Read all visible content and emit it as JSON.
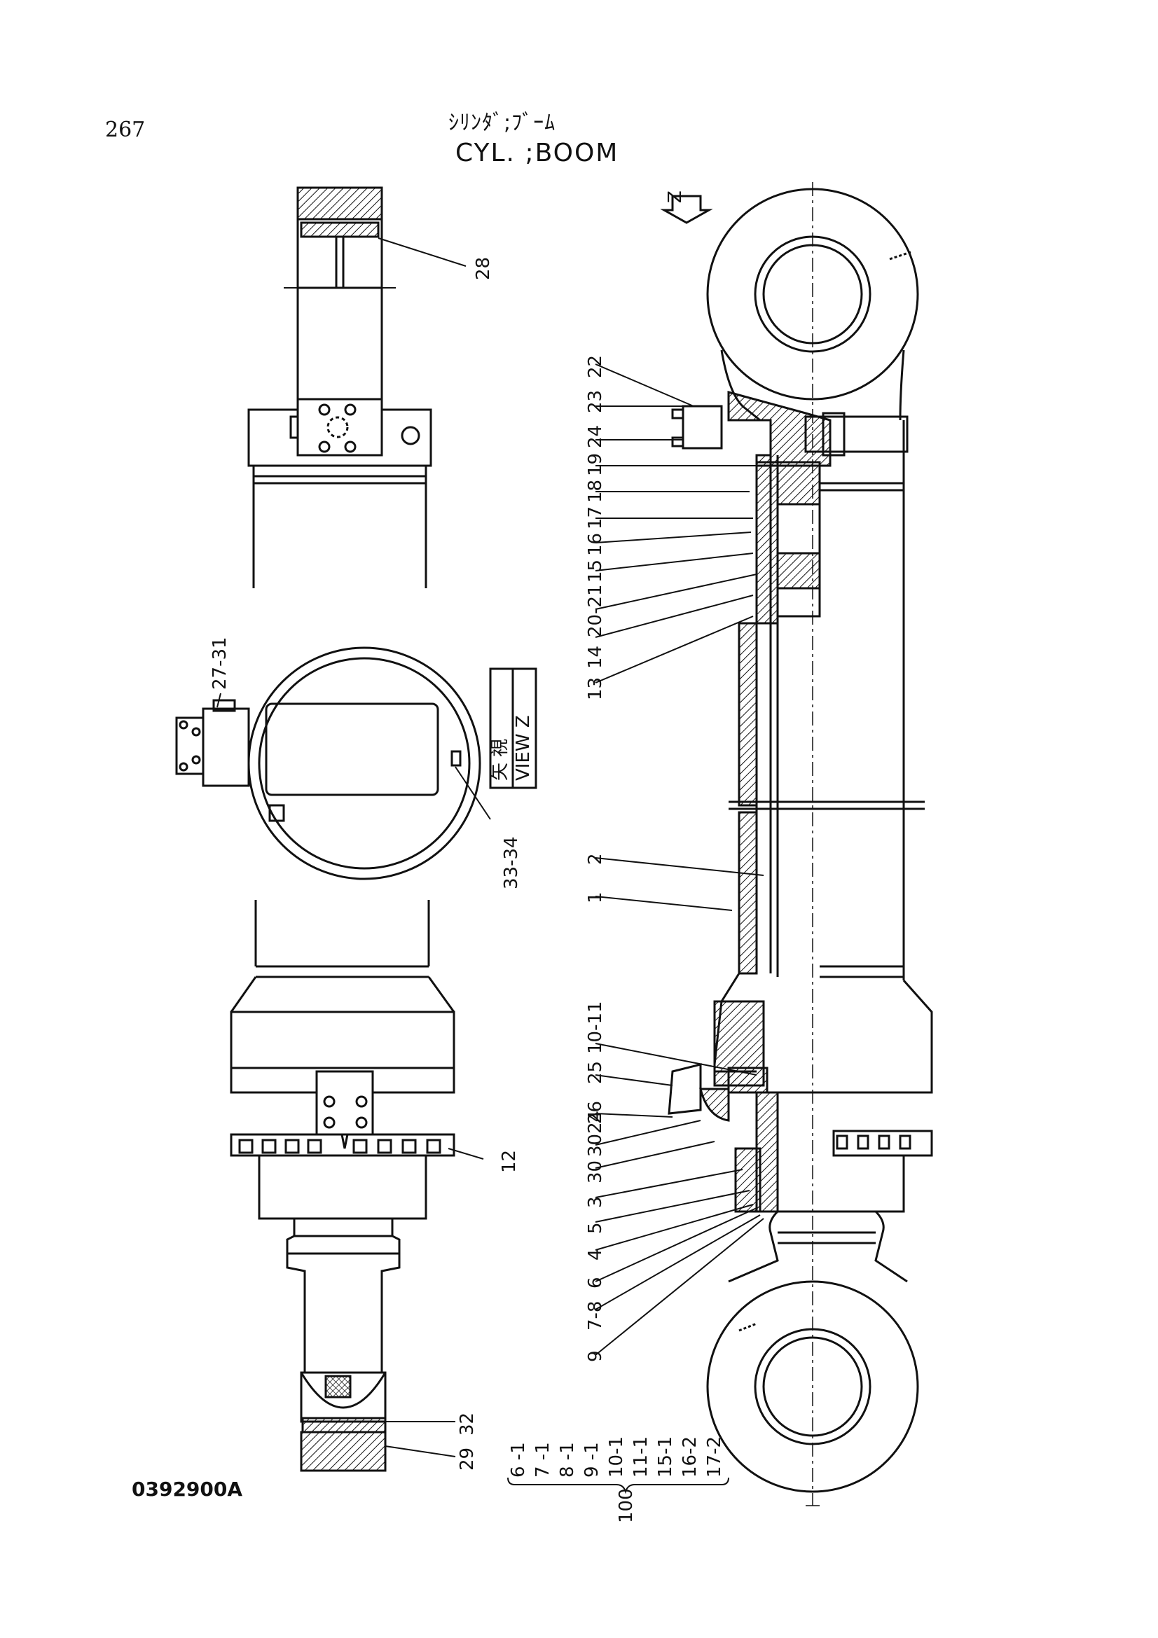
{
  "header": {
    "page_number": "267",
    "title_jp": "ｼﾘﾝﾀﾞ;ﾌﾞｰﾑ",
    "title_en": "CYL. ;BOOM"
  },
  "footer": {
    "drawing_number": "0392900A"
  },
  "view_marker": {
    "arrow_label": "Z",
    "box_lines": [
      "矢 視",
      "VIEW Z"
    ]
  },
  "callouts_left": {
    "c28": "28",
    "c27_31": "27-31",
    "c33_34": "33-34",
    "c12": "12",
    "c32": "32",
    "c29": "29"
  },
  "callouts_right": [
    "22",
    "23",
    "24",
    "19",
    "18",
    "17",
    "16",
    "15",
    "20-21",
    "14",
    "13",
    "2",
    "1",
    "10-11",
    "25",
    "26",
    "3024",
    "30",
    "3",
    "5",
    "4",
    "6",
    "7-8",
    "9"
  ],
  "kit": {
    "label": "100",
    "items": [
      "6 -1",
      "7 -1",
      "8 -1",
      "9 -1",
      "10-1",
      "11-1",
      "15-1",
      "16-2",
      "17-2"
    ]
  },
  "colors": {
    "ink": "#111111",
    "paper": "#ffffff"
  }
}
